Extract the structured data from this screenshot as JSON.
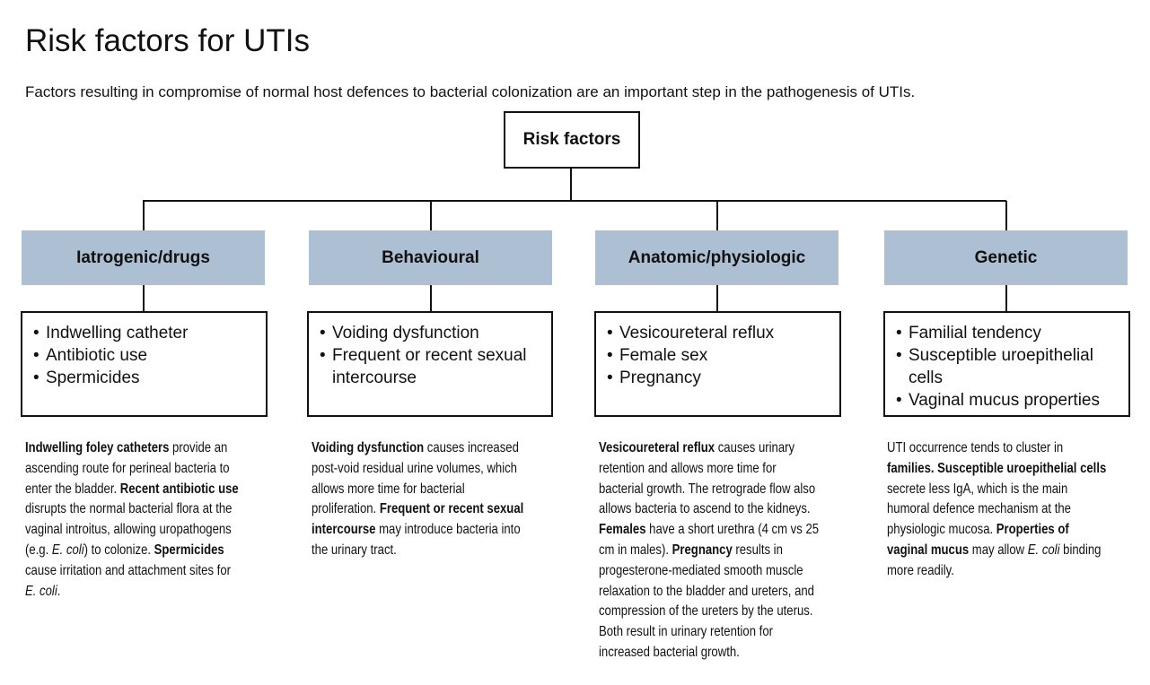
{
  "title": "Risk factors for UTIs",
  "subtitle": "Factors resulting in compromise of normal host defences to bacterial colonization are an important step in the pathogenesis of UTIs.",
  "root": "Risk factors",
  "header_color": "#adbfd3",
  "columns": [
    {
      "heading": "Iatrogenic/drugs",
      "items": [
        "Indwelling catheter",
        "Antibiotic use",
        "Spermicides"
      ],
      "description": [
        [
          {
            "t": "Indwelling foley catheters",
            "s": "b"
          },
          {
            "t": " provide an"
          }
        ],
        [
          {
            "t": "ascending route for perineal bacteria to"
          }
        ],
        [
          {
            "t": "enter the bladder. "
          },
          {
            "t": "Recent antibiotic use",
            "s": "b"
          }
        ],
        [
          {
            "t": "disrupts the normal bacterial flora at the"
          }
        ],
        [
          {
            "t": "vaginal introitus, allowing uropathogens"
          }
        ],
        [
          {
            "t": "(e.g. "
          },
          {
            "t": "E. coli",
            "s": "i"
          },
          {
            "t": ") to colonize. "
          },
          {
            "t": "Spermicides",
            "s": "b"
          }
        ],
        [
          {
            "t": "cause irritation and attachment sites for"
          }
        ],
        [
          {
            "t": "E. coli",
            "s": "i"
          },
          {
            "t": "."
          }
        ]
      ]
    },
    {
      "heading": "Behavioural",
      "items": [
        "Voiding dysfunction",
        "Frequent or recent sexual intercourse"
      ],
      "description": [
        [
          {
            "t": "Voiding dysfunction",
            "s": "b"
          },
          {
            "t": " causes increased"
          }
        ],
        [
          {
            "t": "post-void residual urine volumes, which"
          }
        ],
        [
          {
            "t": "allows more time for bacterial"
          }
        ],
        [
          {
            "t": "proliferation. "
          },
          {
            "t": "Frequent or recent sexual",
            "s": "b"
          }
        ],
        [
          {
            "t": "intercourse",
            "s": "b"
          },
          {
            "t": " may introduce bacteria into"
          }
        ],
        [
          {
            "t": "the urinary tract."
          }
        ]
      ]
    },
    {
      "heading": "Anatomic/physiologic",
      "items": [
        "Vesicoureteral reflux",
        "Female sex",
        "Pregnancy"
      ],
      "description": [
        [
          {
            "t": "Vesicoureteral reflux",
            "s": "b"
          },
          {
            "t": " causes urinary"
          }
        ],
        [
          {
            "t": "retention and allows more time for"
          }
        ],
        [
          {
            "t": "bacterial growth. The retrograde flow also"
          }
        ],
        [
          {
            "t": "allows bacteria to ascend to the kidneys."
          }
        ],
        [
          {
            "t": "Females",
            "s": "b"
          },
          {
            "t": " have a short urethra (4 cm vs 25"
          }
        ],
        [
          {
            "t": "cm in males). "
          },
          {
            "t": "Pregnancy",
            "s": "b"
          },
          {
            "t": " results in"
          }
        ],
        [
          {
            "t": "progesterone-mediated smooth muscle"
          }
        ],
        [
          {
            "t": "relaxation to the bladder and ureters, and"
          }
        ],
        [
          {
            "t": "compression of the ureters by the uterus."
          }
        ],
        [
          {
            "t": "Both result in urinary retention for"
          }
        ],
        [
          {
            "t": "increased bacterial growth."
          }
        ]
      ]
    },
    {
      "heading": "Genetic",
      "items": [
        "Familial tendency",
        "Susceptible uroepithelial cells",
        "Vaginal mucus properties"
      ],
      "description": [
        [
          {
            "t": "UTI occurrence tends to cluster in"
          }
        ],
        [
          {
            "t": "families. Susceptible uroepithelial cells",
            "s": "b"
          }
        ],
        [
          {
            "t": "secrete less IgA, which is the main"
          }
        ],
        [
          {
            "t": "humoral defence mechanism at the"
          }
        ],
        [
          {
            "t": "physiologic mucosa. "
          },
          {
            "t": "Properties of",
            "s": "b"
          }
        ],
        [
          {
            "t": "vaginal mucus",
            "s": "b"
          },
          {
            "t": " may allow "
          },
          {
            "t": "E. coli",
            "s": "i"
          },
          {
            "t": " binding"
          }
        ],
        [
          {
            "t": "more readily."
          }
        ]
      ]
    }
  ]
}
